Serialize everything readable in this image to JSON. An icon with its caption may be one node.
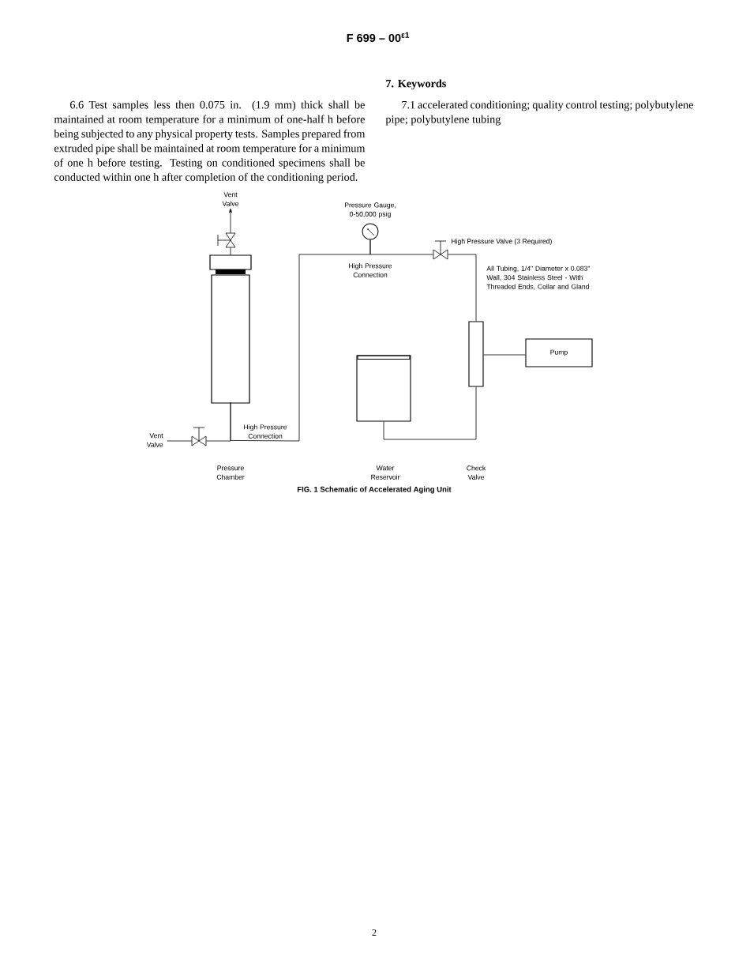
{
  "diagram": {
    "title": "F 699 – 00$^{ε1}$",
    "caption": "FIG. 1 Schematic of Accelerated Aging Unit",
    "nodes": [
      {
        "text": [],
        "shape": "cylinder"
      },
      {
        "text": [],
        "shape": "valve"
      },
      {
        "text": [],
        "shape": "valve"
      },
      {
        "text": [],
        "shape": "circle"
      },
      {
        "text": [],
        "shape": "valve"
      },
      {
        "text": [],
        "shape": "bar"
      },
      {
        "text": [
          "Pump"
        ]
      },
      {
        "text": [],
        "shape": "box"
      },
      {
        "text": [
          "Vent Valve"
        ]
      }
    ],
    "edges": [
      {
        "from": 0,
        "to": 1,
        "arrow": "none"
      },
      {
        "from": 1,
        "to": 8,
        "arrow": "to"
      },
      {
        "from": 0,
        "to": 2,
        "arrow": "none"
      },
      {
        "from": 0,
        "to": 3,
        "arrow": "none"
      },
      {
        "from": 3,
        "to": 4,
        "arrow": "none"
      },
      {
        "from": 4,
        "to": 5,
        "arrow": "none"
      },
      {
        "from": 5,
        "to": 6,
        "arrow": "none"
      },
      {
        "from": 5,
        "to": 7,
        "arrow": "none"
      }
    ],
    "labels": [
      "6.6 Test samples less then 0.075 in. (1.9 mm) thick shall be maintained at room temperature for a minimum of one-half h before being subjected to any physical property tests. Samples prepared from extruded pipe shall be maintained at room temperature for a minimum of one h before testing. Testing on conditioned specimens shall be conducted within one h after completion of the conditioning period.",
      "7. Keywords",
      "7.1 accelerated conditioning; quality control testing; polybutylene pipe; polybutylene tubing",
      "Pressure Gauge, 0-50,000 psig",
      "High Pressure Valve (3 Required)",
      "High Pressure Connection",
      "All Tubing, 1/4\" Diameter x 0.083\" Wall, 304 Stainless Steel - With Threaded Ends, Collar and Gland",
      "Vent Valve",
      "High Pressure Connection",
      "Pressure Chamber",
      "Water Reservoir",
      "Check Valve",
      "2"
    ]
  }
}
